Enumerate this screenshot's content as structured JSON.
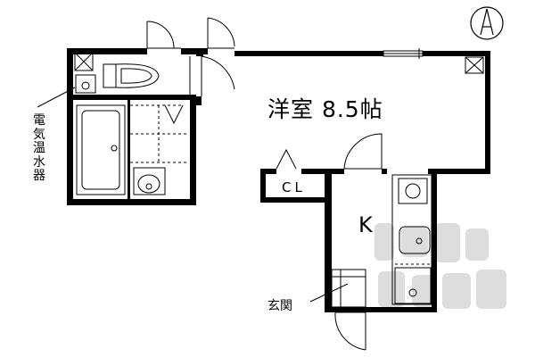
{
  "labels": {
    "western_room": "洋室 8.5帖",
    "closet": "CL",
    "kitchen": "K",
    "entrance": "玄関",
    "water_heater": "電気温水器"
  },
  "icons": {
    "compass": "north-arrow-icon",
    "watermark": "agency-logo-watermark"
  },
  "colors": {
    "wall": "#000000",
    "background": "#ffffff",
    "fixture": "#333333"
  }
}
